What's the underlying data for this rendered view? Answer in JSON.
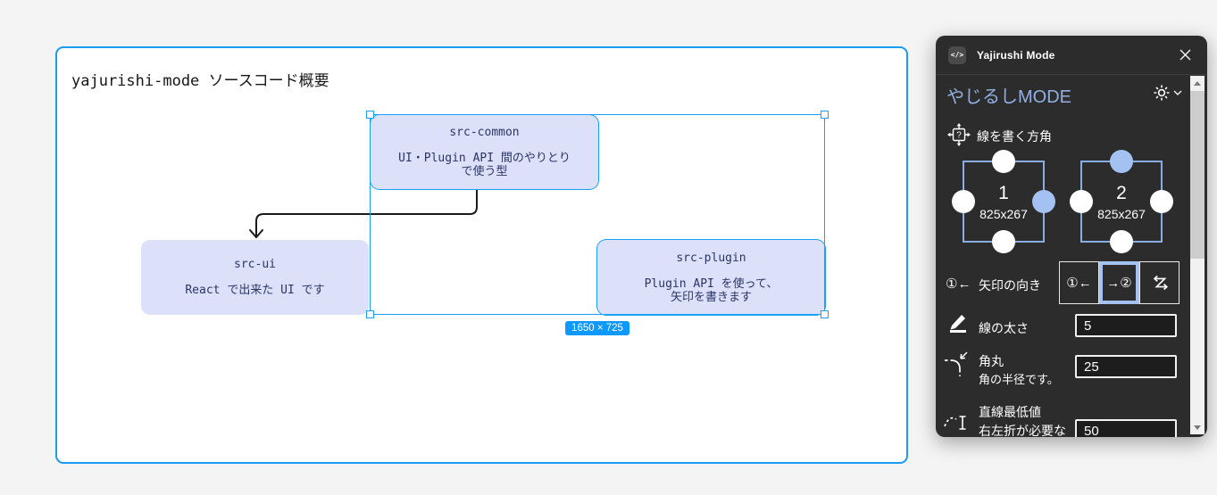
{
  "colors": {
    "accent_blue": "#0d99ff",
    "periwinkle": "#a3c2f2",
    "box_fill": "#dce1f9",
    "panel_bg": "#2c2c2c"
  },
  "canvas": {
    "frame_title": "yajurishi-mode ソースコード概要",
    "selection": {
      "size_label": "1650 × 725"
    },
    "boxes": {
      "src_common": {
        "title": "src-common",
        "line1": "UI・Plugin API 間のやりとり",
        "line2": "で使う型"
      },
      "src_ui": {
        "title": "src-ui",
        "line1": "React で出来た UI です"
      },
      "src_plugin": {
        "title": "src-plugin",
        "line1": "Plugin API を使って、",
        "line2": "矢印を書きます"
      }
    }
  },
  "panel": {
    "header": {
      "icon_glyph": "</>",
      "title": "Yajirushi Mode"
    },
    "heading": "やじるしMODE",
    "direction_section": {
      "label": "線を書く方角",
      "widgets": [
        {
          "number": "1",
          "size": "825x267",
          "selected_side": "right"
        },
        {
          "number": "2",
          "size": "825x267",
          "selected_side": "top"
        }
      ]
    },
    "arrow_direction": {
      "icon_label": "①←",
      "label": "矢印の向き",
      "buttons": [
        {
          "label": "①←",
          "selected": false
        },
        {
          "label": "→②",
          "selected": true
        },
        {
          "label": "swap",
          "selected": false
        }
      ]
    },
    "thickness": {
      "label": "線の太さ",
      "value": "5"
    },
    "corner_radius": {
      "label": "角丸",
      "sublabel": "角の半径です。",
      "value": "25"
    },
    "min_straight": {
      "label": "直線最低値",
      "sublabel": "右左折が必要な",
      "value": "50"
    }
  }
}
